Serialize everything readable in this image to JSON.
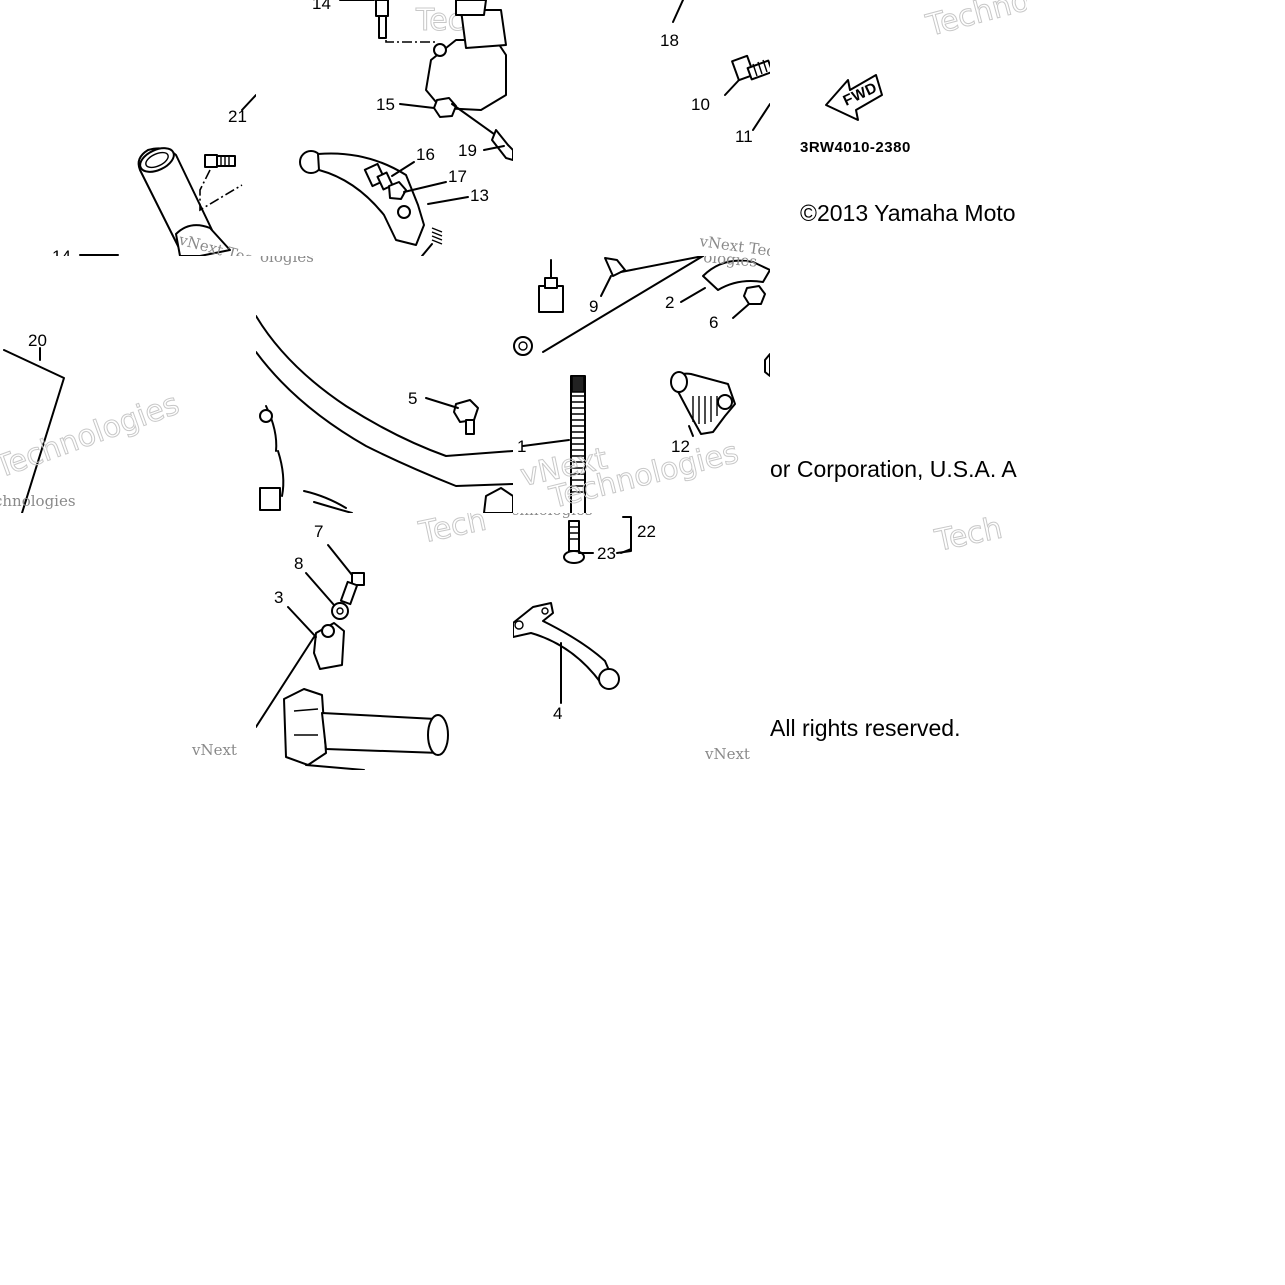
{
  "diagram": {
    "part_code": "3RW4010-2380",
    "direction_label": "FWD",
    "callouts": [
      "1",
      "2",
      "3",
      "4",
      "5",
      "6",
      "7",
      "8",
      "9",
      "10",
      "11",
      "12",
      "13",
      "14",
      "15",
      "16",
      "17",
      "18",
      "19",
      "20",
      "21",
      "22",
      "23"
    ],
    "copyright_fragments": [
      "©2013 Yamaha Moto",
      "or Corporation, U.S.A. A",
      "All rights reserved."
    ],
    "watermarks": {
      "primary": "Techno",
      "short": "Tech",
      "text": "Technologies",
      "brand": "vNext",
      "brand_full": "vNext Tec",
      "fragment": "ologies",
      "fragment_b": "chnologies"
    }
  }
}
